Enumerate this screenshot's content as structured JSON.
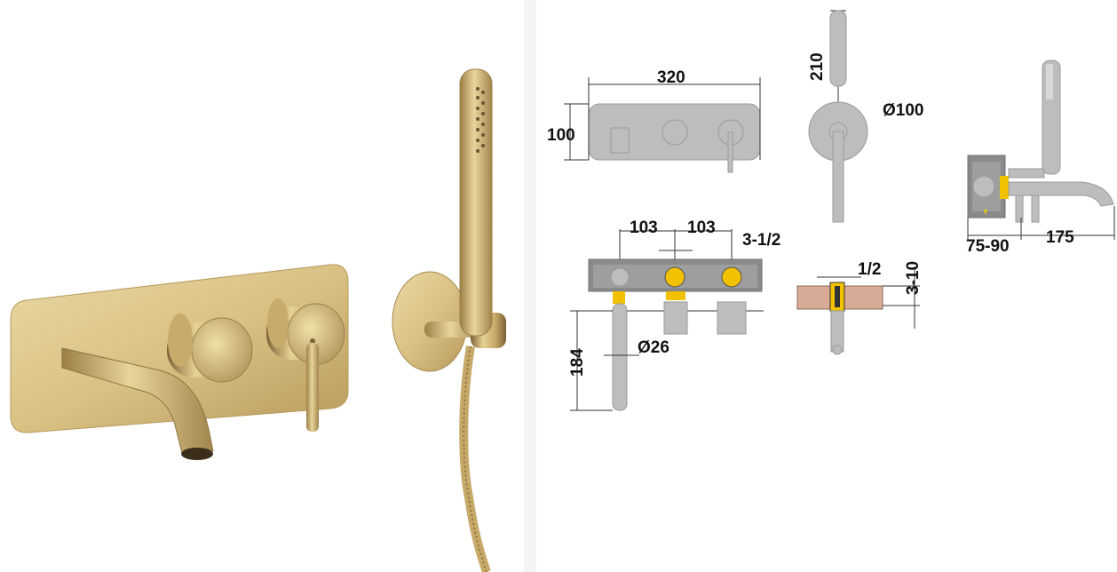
{
  "colors": {
    "brass_light": "#e4cf94",
    "brass_mid": "#c8ad6a",
    "brass_dark": "#8f7440",
    "drawing_gray": "#bdbdbd",
    "drawing_dark": "#8a8a8a",
    "fitting_yellow": "#f2c200",
    "wall_brown": "#d8ab96"
  },
  "dimensions": {
    "plate_width": "320",
    "plate_height": "100",
    "rosette_height": "210",
    "rosette_diameter": "Ø100",
    "valve_spacing_left": "103",
    "valve_spacing_right": "103",
    "thread": "3-1/2",
    "spout_diameter": "Ø26",
    "spout_depth": "184",
    "connector": "1/2",
    "wall_range": "3-10",
    "install_depth": "75-90",
    "spout_projection": "175"
  }
}
